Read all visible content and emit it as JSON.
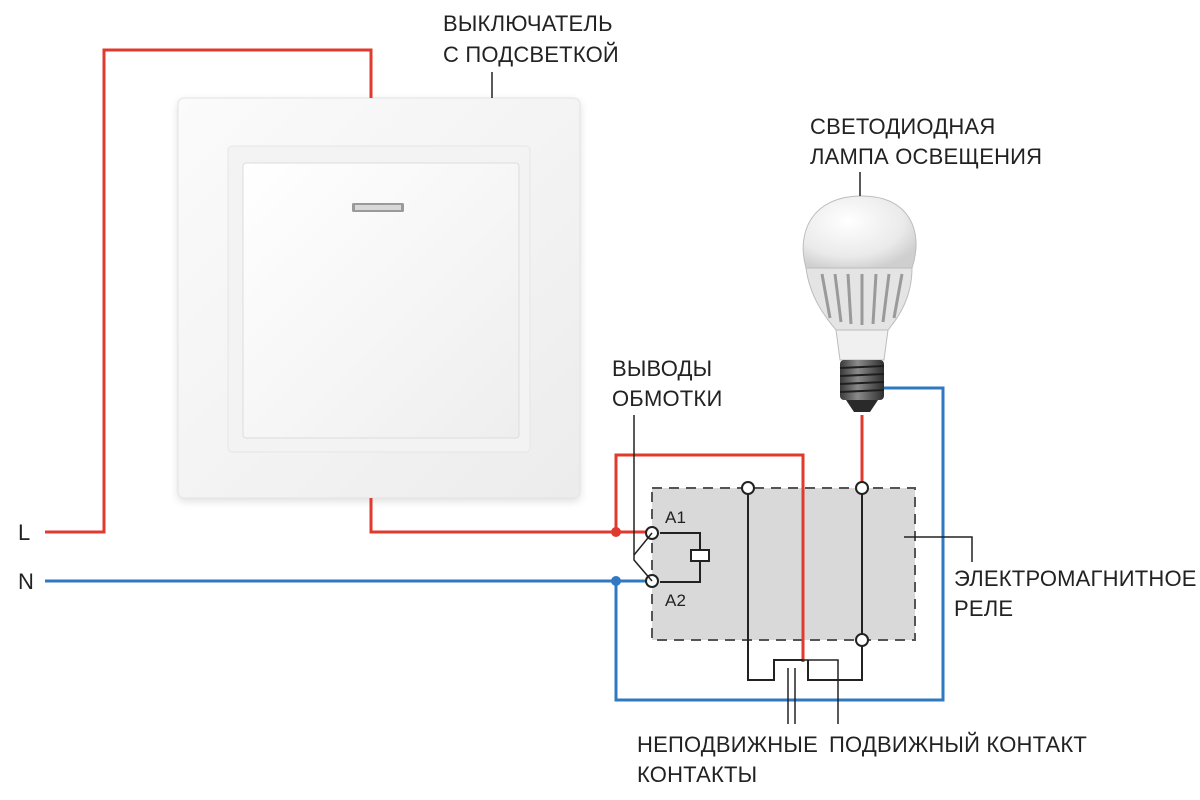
{
  "labels": {
    "switch_line1": "ВЫКЛЮЧАТЕЛЬ",
    "switch_line2": "С ПОДСВЕТКОЙ",
    "lamp_line1": "СВЕТОДИОДНАЯ",
    "lamp_line2": "ЛАМПА ОСВЕЩЕНИЯ",
    "coil_line1": "ВЫВОДЫ",
    "coil_line2": "ОБМОТКИ",
    "relay_line1": "ЭЛЕКТРОМАГНИТНОЕ",
    "relay_line2": "РЕЛЕ",
    "fixed_line1": "НЕПОДВИЖНЫЕ",
    "fixed_line2": "КОНТАКТЫ",
    "moving": "ПОДВИЖНЫЙ КОНТАКТ",
    "L": "L",
    "N": "N",
    "A1": "A1",
    "A2": "A2"
  },
  "colors": {
    "phase_wire": "#e03a2f",
    "neutral_wire": "#2f78c2",
    "relay_body": "#d9d9d9",
    "black_wire": "#222222"
  },
  "icons": {
    "switch": "light-switch-with-backlight-icon",
    "lamp": "led-bulb-icon",
    "relay": "electromagnetic-relay-icon"
  }
}
